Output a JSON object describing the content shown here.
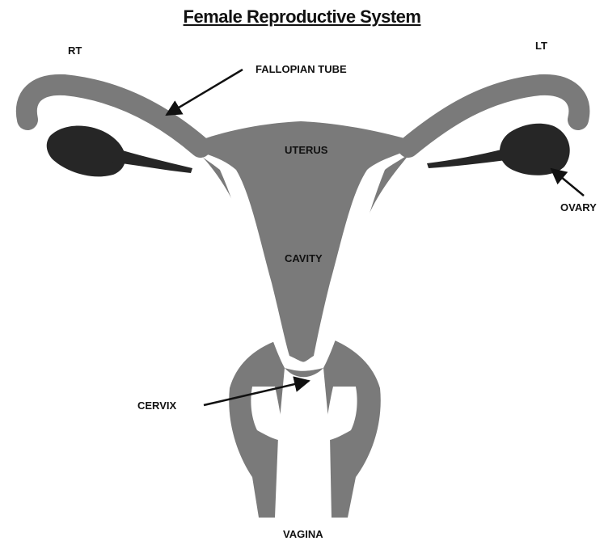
{
  "title": "Female Reproductive System",
  "side_labels": {
    "right": "RT",
    "left": "LT"
  },
  "labels": {
    "fallopian_tube": "FALLOPIAN TUBE",
    "uterus": "UTERUS",
    "ovary": "OVARY",
    "cavity": "CAVITY",
    "cervix": "CERVIX",
    "vagina": "VAGINA"
  },
  "colors": {
    "tissue": "#7a7a7a",
    "ovary": "#262626",
    "arrow": "#111111",
    "background": "#ffffff"
  }
}
